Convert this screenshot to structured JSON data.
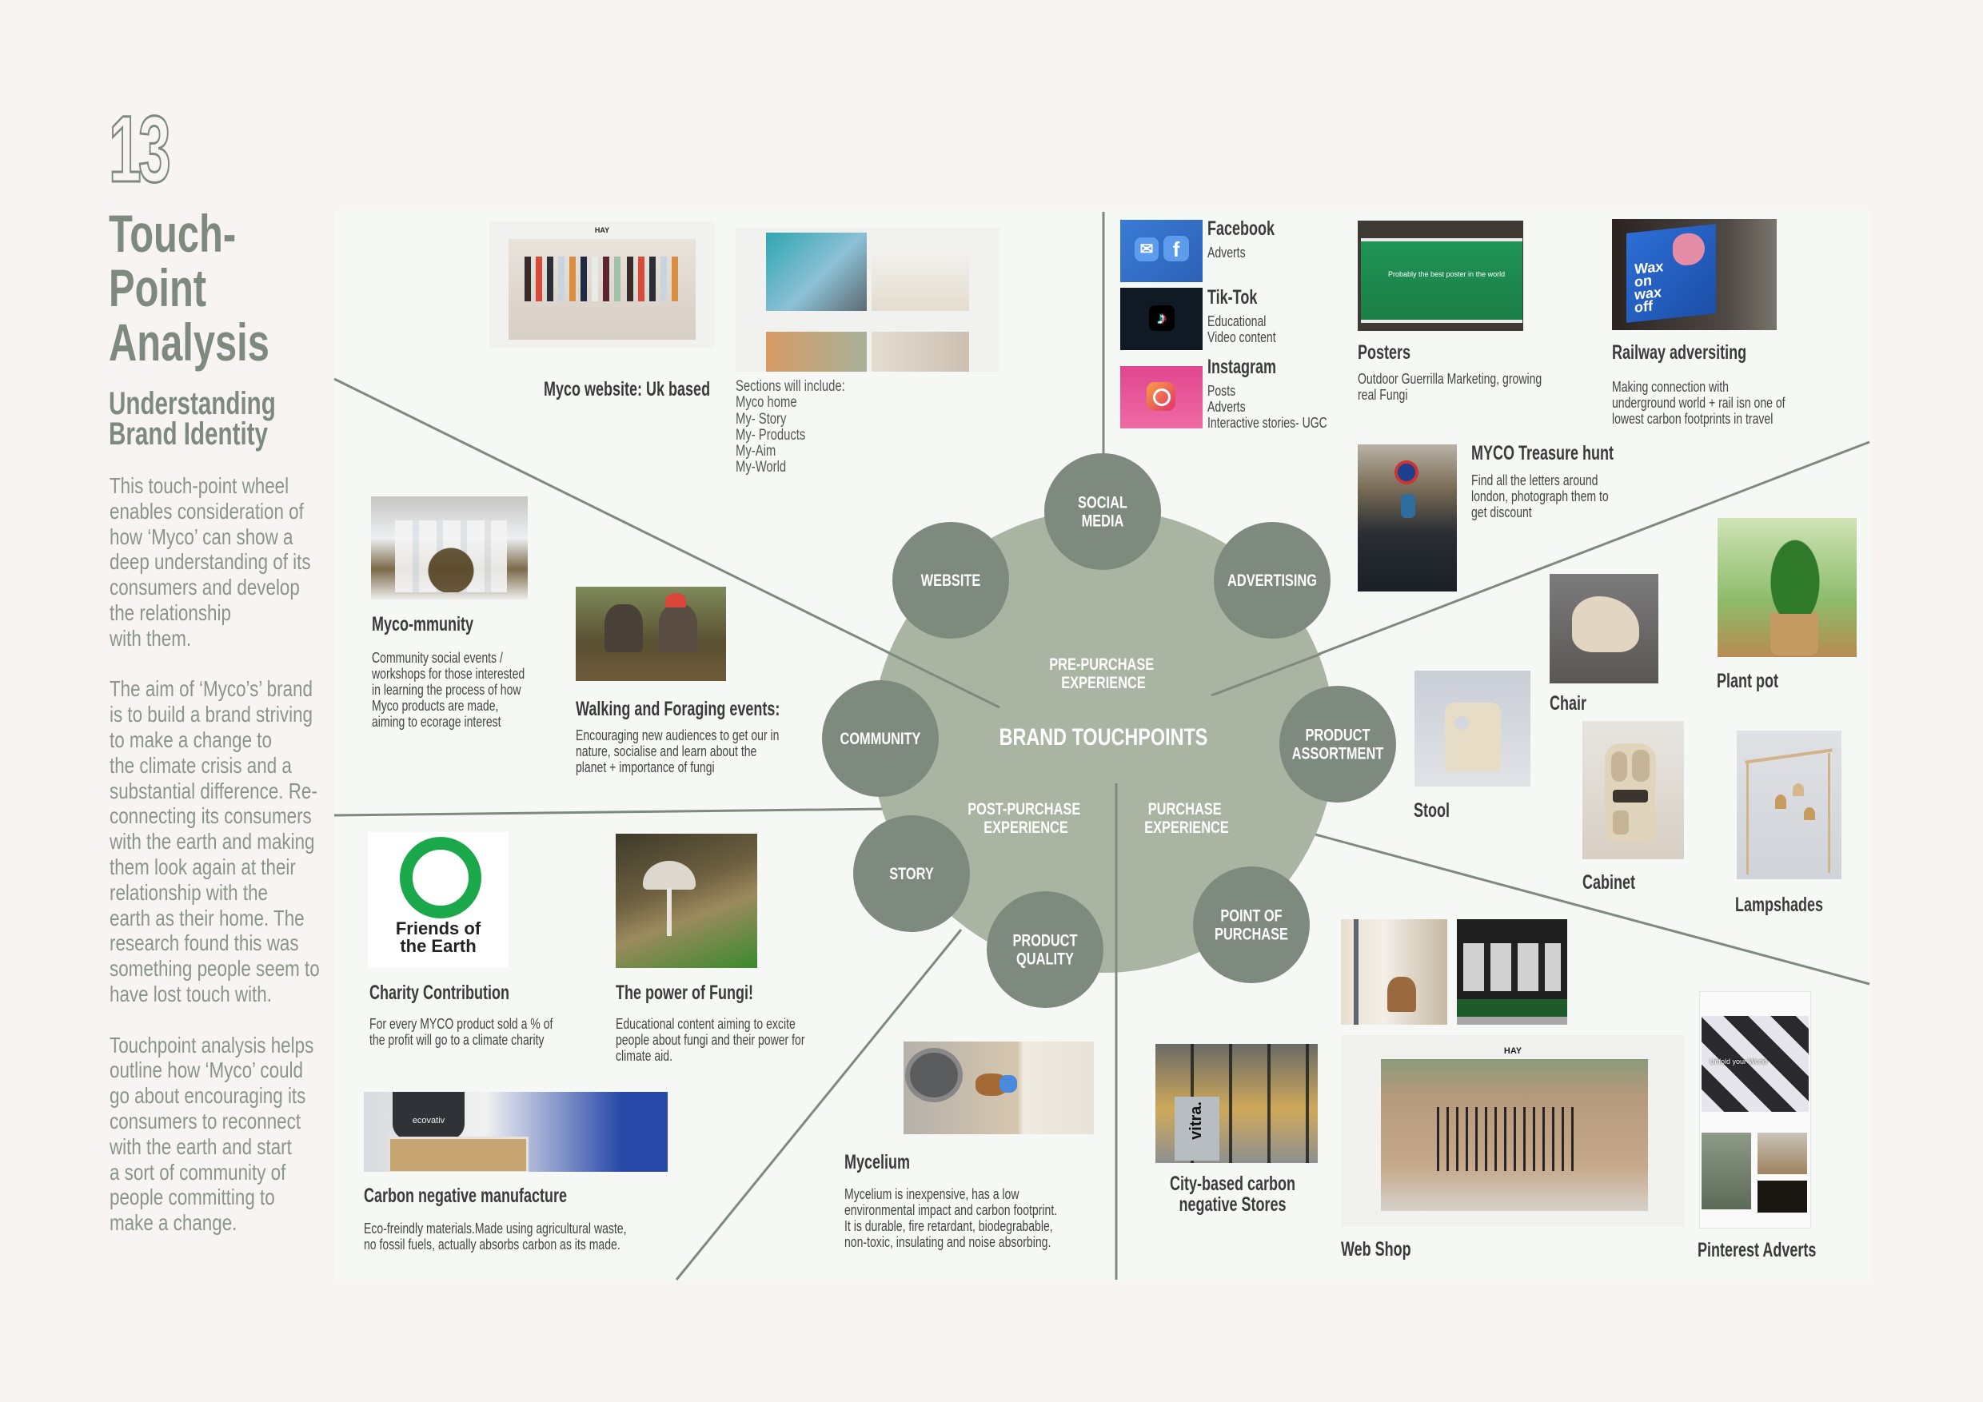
{
  "page": {
    "number": "13",
    "title_lines": [
      "Touch-",
      "Point",
      "Analysis"
    ],
    "subtitle_lines": [
      "Understanding",
      "Brand Identity"
    ],
    "body_paragraphs": [
      "This touch-point wheel\nenables consideration of\nhow ‘Myco’ can show a\ndeep understanding of its\nconsumers and develop\nthe relationship\nwith them.",
      "The aim of ‘Myco’s’ brand\nis to build a brand striving\nto make a change to\nthe climate crisis and a\nsubstantial difference. Re-\nconnecting its consumers\nwith the earth and making\nthem look again at their\nrelationship with the\nearth as their home. The\nresearch found this was\nsomething people seem to\nhave lost touch with.",
      "Touchpoint analysis helps\noutline how ‘Myco’ could\ngo about encouraging its\nconsumers to reconnect\nwith the earth and start\na sort of community of\npeople committing to\nmake a change."
    ]
  },
  "colors": {
    "accent": "#7e8a7e",
    "wheel_fill": "#a9b5a2",
    "node_fill": "#7e8a7e",
    "page_bg": "#f7f4f3",
    "panel_bg": "#f6f8f6"
  },
  "wheel": {
    "center_label": "BRAND TOUCHPOINTS",
    "phases": {
      "pre": [
        "PRE-PURCHASE",
        "EXPERIENCE"
      ],
      "post": [
        "POST-PURCHASE",
        "EXPERIENCE"
      ],
      "purchase": [
        "PURCHASE",
        "EXPERIENCE"
      ]
    },
    "nodes": [
      {
        "lines": [
          "SOCIAL",
          "MEDIA"
        ]
      },
      {
        "lines": [
          "ADVERTISING"
        ]
      },
      {
        "lines": [
          "PRODUCT",
          "ASSORTMENT"
        ]
      },
      {
        "lines": [
          "POINT OF",
          "PURCHASE"
        ]
      },
      {
        "lines": [
          "PRODUCT",
          "QUALITY"
        ]
      },
      {
        "lines": [
          "STORY"
        ]
      },
      {
        "lines": [
          "COMMUNITY"
        ]
      },
      {
        "lines": [
          "WEBSITE"
        ]
      }
    ]
  },
  "website": {
    "heading": "Myco website: Uk based",
    "sections": "Sections will include:\nMyco home\nMy- Story\nMy- Products\nMy-Aim\nMy-World",
    "screenshot_brand": "HAY"
  },
  "social": [
    {
      "name": "Facebook",
      "desc": "Adverts",
      "icon": "facebook-icon"
    },
    {
      "name": "Tik-Tok",
      "desc": "Educational\nVideo content",
      "icon": "tiktok-icon"
    },
    {
      "name": "Instagram",
      "desc": "Posts\nAdverts\nInteractive stories- UGC",
      "icon": "instagram-icon"
    }
  ],
  "posters": {
    "heading": "Posters",
    "desc": "Outdoor Guerrilla Marketing, growing\nreal Fungi",
    "image_text": "Probably the best poster in the world"
  },
  "railway": {
    "heading": "Railway adversiting",
    "desc": "Making connection with\nunderground world + rail isn one of\nlowest carbon footprints in travel",
    "image_text": "Wax on wax off"
  },
  "treasure": {
    "heading": "MYCO Treasure hunt",
    "desc": "Find all the letters around\nlondon, photograph them to\nget discount"
  },
  "community": {
    "heading": "Myco-mmunity",
    "desc": "Community social events /\nworkshops for those interested\nin learning the process of how\nMyco products are made,\naiming to ecorage interest"
  },
  "foraging": {
    "heading": "Walking and Foraging events:",
    "desc": "Encouraging new audiences to get our in\nnature, socialise and learn about the\nplanet + importance of fungi"
  },
  "charity": {
    "heading": "Charity Contribution",
    "desc": "For every MYCO product sold a % of\nthe profit will go to a climate charity",
    "logo_text": "Friends of\nthe Earth"
  },
  "fungi": {
    "heading": "The power of Fungi!",
    "desc": "Educational content aiming to excite\npeople about fungi and their power for\nclimate aid."
  },
  "manufacture": {
    "heading": "Carbon negative manufacture",
    "desc": "Eco-freindly materials.Made using agricultural waste,\nno fossil fuels, actually absorbs carbon as its made.",
    "image_text": "ecovativ"
  },
  "mycelium": {
    "heading": "Mycelium",
    "desc": "Mycelium is inexpensive, has a low\nenvironmental impact and carbon footprint.\nIt is durable, fire retardant, biodegrabable,\nnon-toxic, insulating and noise absorbing."
  },
  "products": [
    {
      "label": "Stool"
    },
    {
      "label": "Chair"
    },
    {
      "label": "Plant pot"
    },
    {
      "label": "Cabinet"
    },
    {
      "label": "Lampshades"
    }
  ],
  "stores": {
    "heading": "City-based carbon\nnegative Stores",
    "sign_text": "vitra."
  },
  "webshop": {
    "heading": "Web Shop",
    "brand": "HAY"
  },
  "pinterest": {
    "heading": "Pinterest Adverts",
    "image_text": "Unfold your World"
  }
}
